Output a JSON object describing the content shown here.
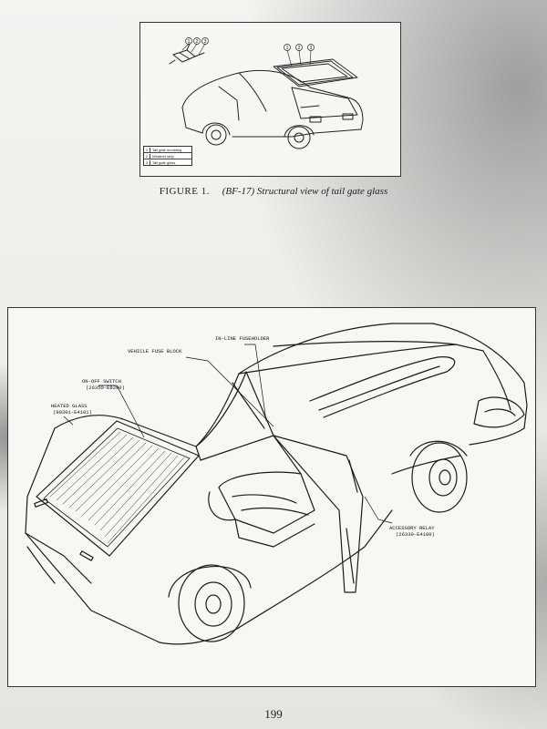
{
  "figure1": {
    "caption_number": "FIGURE 1.",
    "caption_text": "(BF-17) Structural view of tail gate glass",
    "callouts": [
      "1",
      "2",
      "3"
    ],
    "legend": [
      {
        "num": "1",
        "text": "Tail gate moulding"
      },
      {
        "num": "2",
        "text": "Weather strip"
      },
      {
        "num": "3",
        "text": "Tail gate glass"
      }
    ]
  },
  "figure2": {
    "labels": {
      "inline_fuseholder": "IN-LINE FUSEHOLDER",
      "vehicle_fuse_block": "VEHICLE FUSE BLOCK",
      "on_off_switch": "ON-OFF SWITCH",
      "on_off_switch_part": "(26350-E8200)",
      "heated_glass": "HEATED GLASS",
      "heated_glass_part": "(90301-E4101)",
      "accessory_relay": "ACCESSORY RELAY",
      "accessory_relay_part": "(26330-E4100)"
    }
  },
  "page_number": "199"
}
